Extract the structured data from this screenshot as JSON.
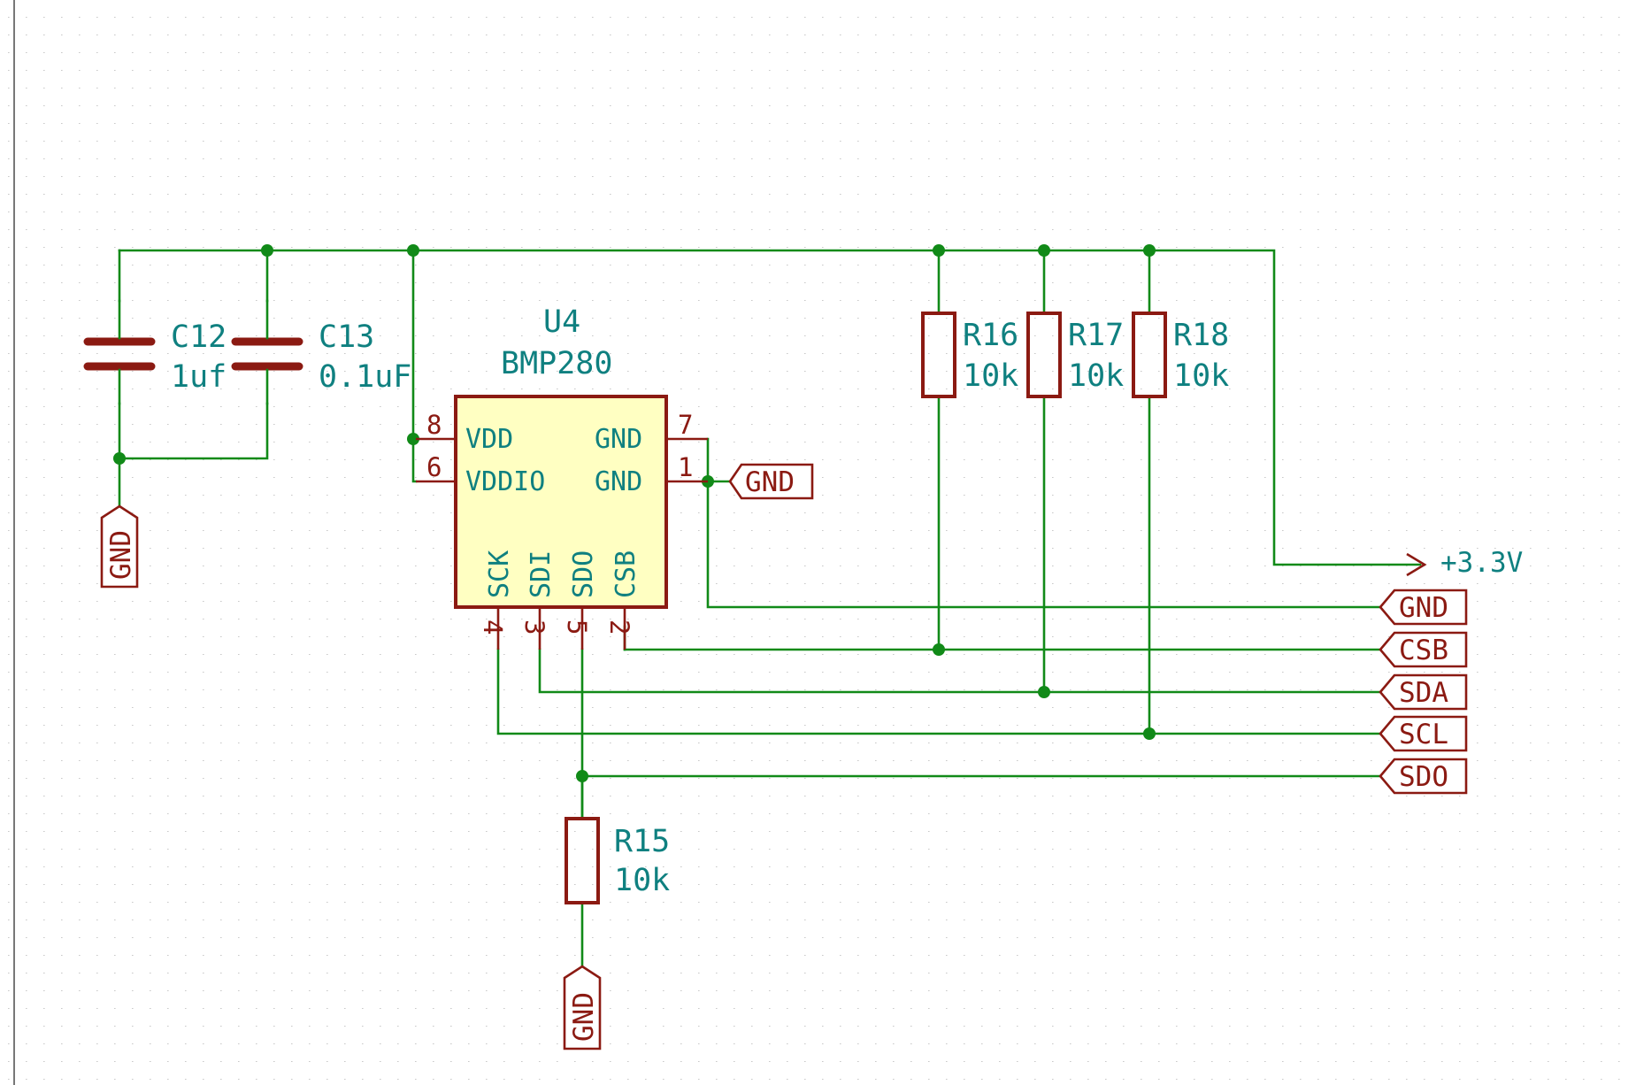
{
  "components": {
    "c12": {
      "ref": "C12",
      "value": "1uf"
    },
    "c13": {
      "ref": "C13",
      "value": "0.1uF"
    },
    "u4": {
      "ref": "U4",
      "part": "BMP280",
      "pins": {
        "vdd": {
          "name": "VDD",
          "num": "8"
        },
        "vddio": {
          "name": "VDDIO",
          "num": "6"
        },
        "gnd7": {
          "name": "GND",
          "num": "7"
        },
        "gnd1": {
          "name": "GND",
          "num": "1"
        },
        "sck": {
          "name": "SCK",
          "num": "4"
        },
        "sdi": {
          "name": "SDI",
          "num": "3"
        },
        "sdo": {
          "name": "SDO",
          "num": "5"
        },
        "csb": {
          "name": "CSB",
          "num": "2"
        }
      }
    },
    "r15": {
      "ref": "R15",
      "value": "10k"
    },
    "r16": {
      "ref": "R16",
      "value": "10k"
    },
    "r17": {
      "ref": "R17",
      "value": "10k"
    },
    "r18": {
      "ref": "R18",
      "value": "10k"
    }
  },
  "power": {
    "supply": "+3.3V"
  },
  "ground_symbols": {
    "c_gnd": "GND",
    "u4_gnd": "GND",
    "r15_gnd": "GND"
  },
  "labels": {
    "gnd": "GND",
    "csb": "CSB",
    "sda": "SDA",
    "scl": "SCL",
    "sdo": "SDO"
  },
  "colors": {
    "wire": "#118a18",
    "symbol": "#8b1a12",
    "text": "#0f8080",
    "ic_fill": "#ffffc2",
    "background": "#ffffff"
  }
}
